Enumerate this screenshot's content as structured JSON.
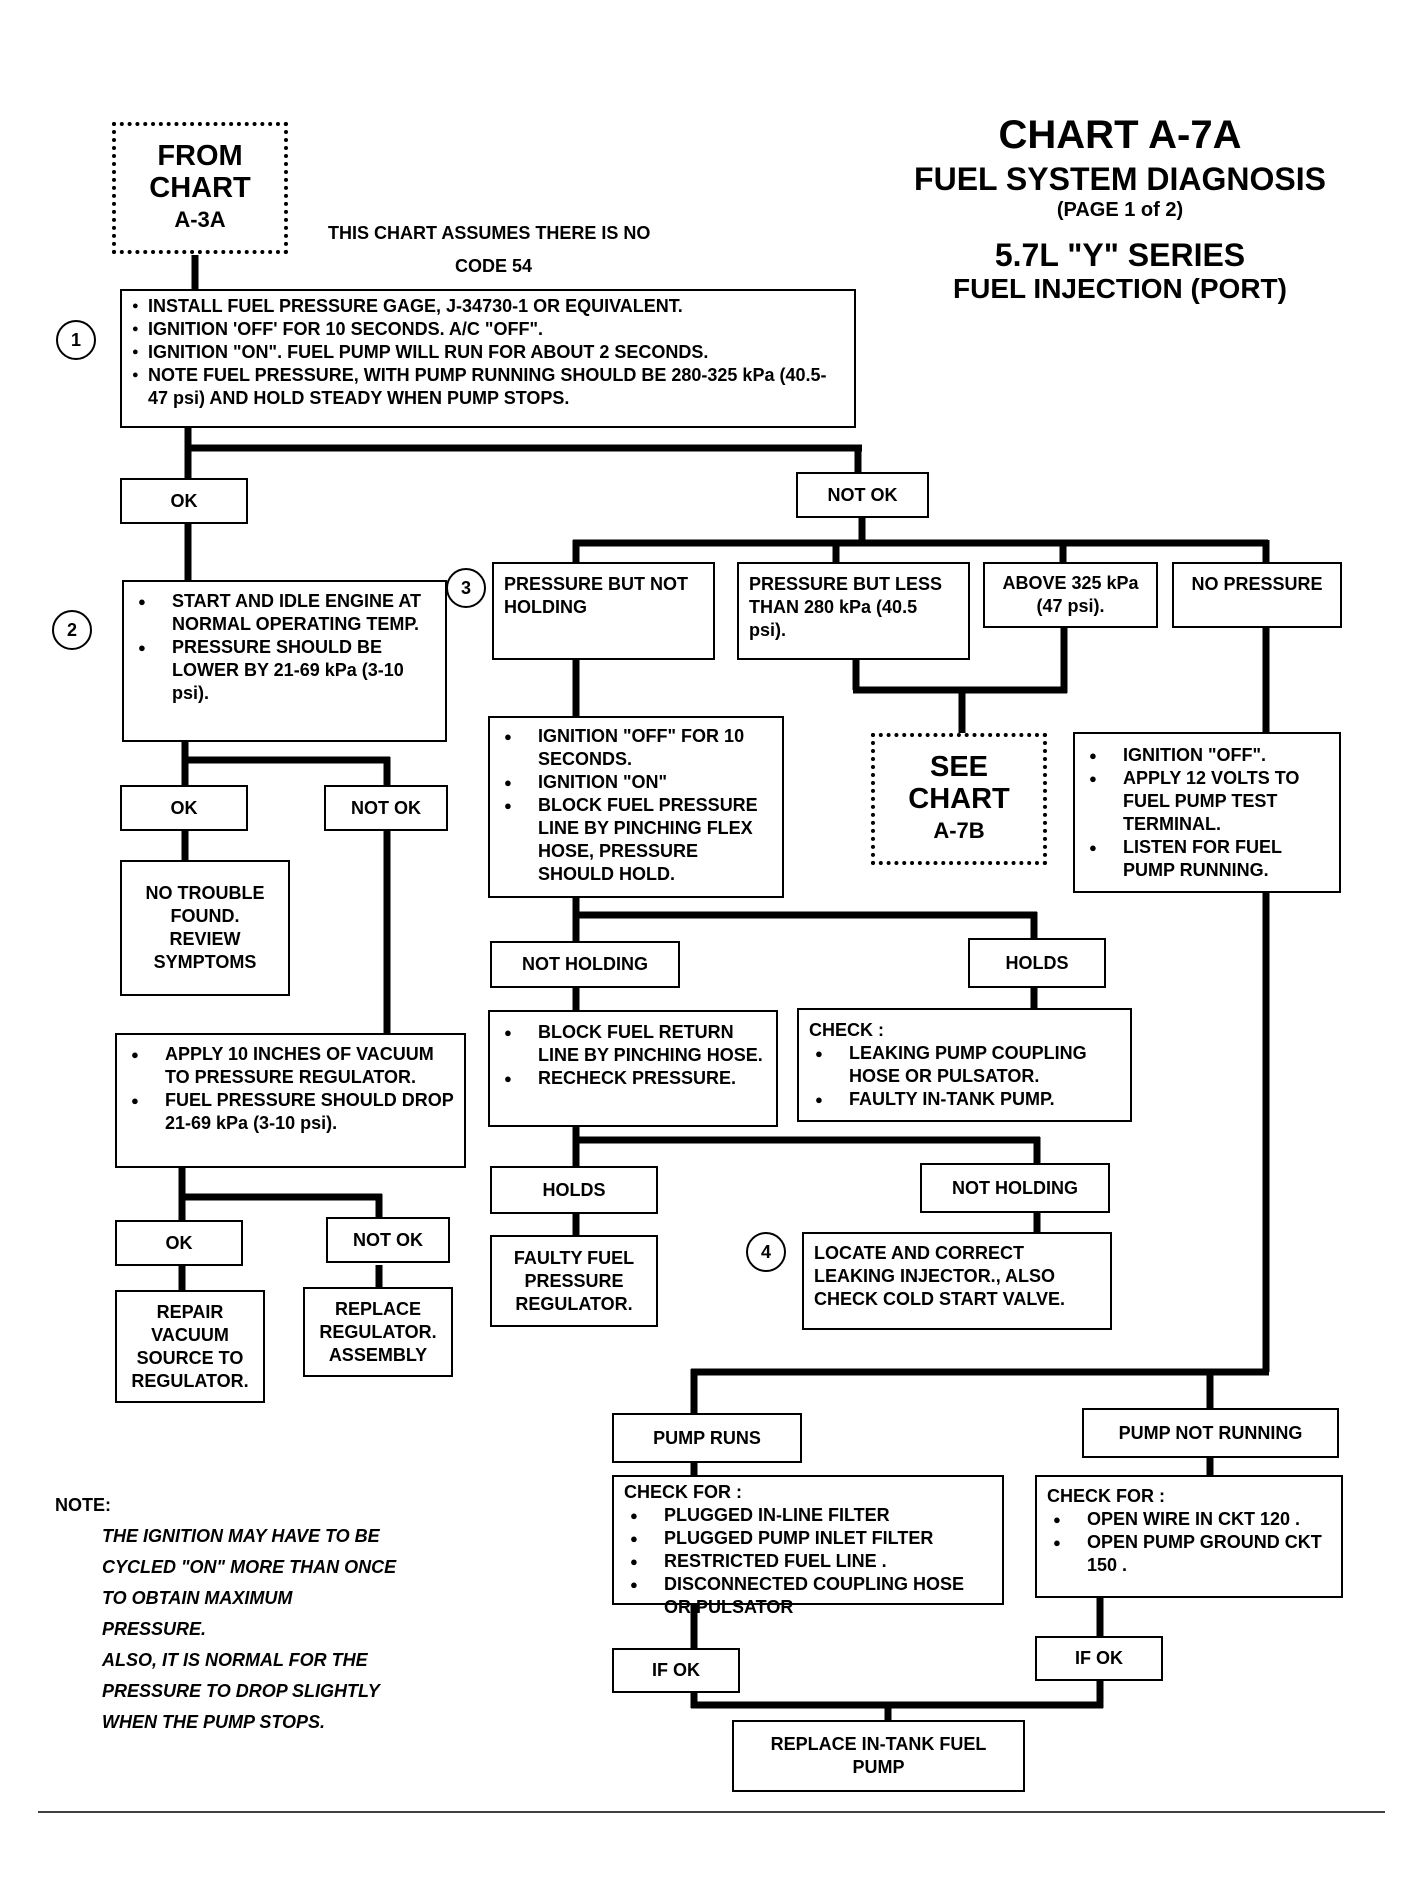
{
  "header": {
    "title": "CHART A-7A",
    "subtitle": "FUEL SYSTEM DIAGNOSIS",
    "page": "(PAGE 1 of 2)",
    "engine": "5.7L \"Y\" SERIES",
    "system": "FUEL INJECTION (PORT)"
  },
  "from_chart": [
    "FROM",
    "CHART",
    "A-3A"
  ],
  "assumption": [
    "THIS CHART ASSUMES THERE IS NO",
    "CODE 54"
  ],
  "steps": {
    "s1": "1",
    "s2": "2",
    "s3": "3",
    "s4": "4"
  },
  "step1": [
    "INSTALL FUEL PRESSURE GAGE, J-34730-1 OR EQUIVALENT.",
    "IGNITION 'OFF' FOR 10 SECONDS. A/C \"OFF\".",
    "IGNITION \"ON\". FUEL PUMP WILL RUN FOR ABOUT 2 SECONDS.",
    "NOTE FUEL PRESSURE, WITH PUMP RUNNING SHOULD BE 280-325 kPa (40.5-47 psi) AND HOLD STEADY WHEN PUMP STOPS."
  ],
  "labels": {
    "ok": "OK",
    "not_ok": "NOT OK",
    "holds": "HOLDS",
    "not_holding": "NOT HOLDING",
    "if_ok": "IF OK",
    "pump_runs": "PUMP RUNS",
    "pump_not_running": "PUMP NOT RUNNING"
  },
  "step2": [
    "START AND IDLE ENGINE AT NORMAL OPERATING TEMP.",
    "PRESSURE SHOULD BE LOWER BY 21-69 kPa (3-10 psi)."
  ],
  "no_trouble": "NO TROUBLE FOUND. REVIEW SYMPTOMS",
  "vacuum_test": [
    "APPLY 10 INCHES OF VACUUM TO PRESSURE REGULATOR.",
    "FUEL PRESSURE SHOULD DROP 21-69 kPa (3-10 psi)."
  ],
  "repair_vacuum": "REPAIR VACUUM SOURCE TO REGULATOR.",
  "replace_regulator": "REPLACE REGULATOR. ASSEMBLY",
  "conditions": {
    "pressure_not_holding": "PRESSURE BUT NOT HOLDING",
    "pressure_less": "PRESSURE BUT LESS THAN 280 kPa (40.5 psi).",
    "above_325": "ABOVE 325 kPa (47 psi).",
    "no_pressure": "NO PRESSURE"
  },
  "see_chart": [
    "SEE",
    "CHART",
    "A-7B"
  ],
  "block_test": [
    "IGNITION \"OFF\" FOR 10 SECONDS.",
    "IGNITION \"ON\"",
    "BLOCK FUEL PRESSURE LINE BY PINCHING FLEX HOSE, PRESSURE SHOULD HOLD."
  ],
  "pump_test": [
    "IGNITION \"OFF\".",
    "APPLY 12 VOLTS TO FUEL PUMP TEST TERMINAL.",
    "LISTEN FOR FUEL PUMP RUNNING."
  ],
  "return_test": [
    "BLOCK FUEL RETURN LINE BY PINCHING HOSE.",
    "RECHECK PRESSURE."
  ],
  "check_coupling": {
    "heading": "CHECK :",
    "items": [
      "LEAKING PUMP COUPLING HOSE OR PULSATOR.",
      "FAULTY IN-TANK PUMP."
    ]
  },
  "faulty_regulator": "FAULTY FUEL PRESSURE REGULATOR.",
  "leaking_injector": "LOCATE AND CORRECT LEAKING INJECTOR., ALSO CHECK COLD START VALVE.",
  "check_runs": {
    "heading": "CHECK FOR :",
    "items": [
      "PLUGGED IN-LINE FILTER",
      "PLUGGED PUMP INLET FILTER",
      "RESTRICTED FUEL LINE .",
      "DISCONNECTED COUPLING HOSE OR PULSATOR"
    ]
  },
  "check_not_running": {
    "heading": "CHECK FOR :",
    "items": [
      "OPEN WIRE IN CKT 120 .",
      "OPEN PUMP GROUND CKT 150 ."
    ]
  },
  "replace_pump": "REPLACE IN-TANK FUEL PUMP",
  "note": {
    "heading": "NOTE:",
    "lines": [
      "THE IGNITION MAY HAVE TO BE",
      "CYCLED \"ON\" MORE THAN ONCE",
      "TO OBTAIN MAXIMUM",
      "PRESSURE.",
      "ALSO, IT IS NORMAL FOR THE",
      "PRESSURE TO DROP SLIGHTLY",
      "WHEN THE PUMP STOPS."
    ]
  }
}
